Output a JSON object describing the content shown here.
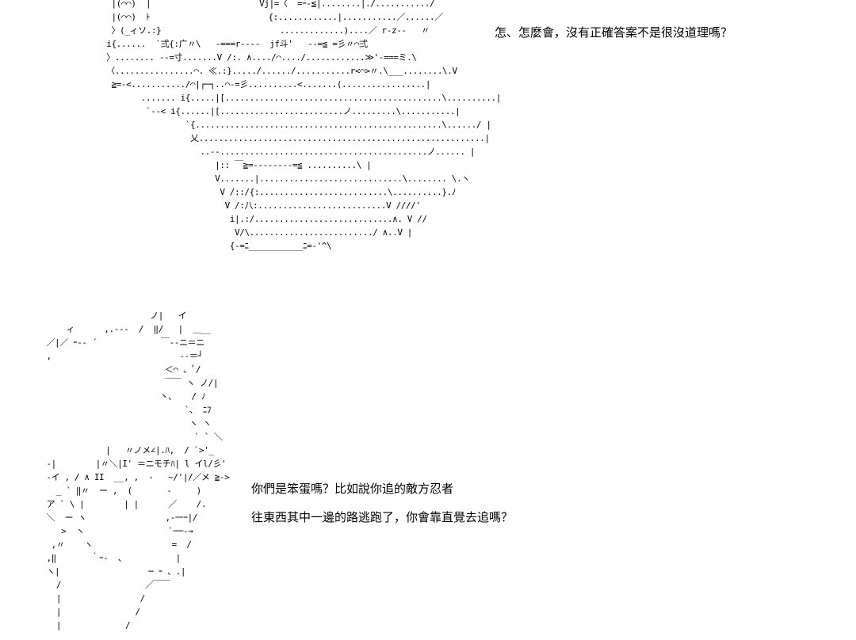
{
  "dialogue": {
    "line_1": "怎、怎麼會，沒有正確答案不是很沒道理嗎？",
    "line_2": "你們是笨蛋嗎？比如說你追的敵方忍者",
    "line_3": "往東西其中一邊的路逃跑了，你會靠直覺去追嗎？"
  }
}
